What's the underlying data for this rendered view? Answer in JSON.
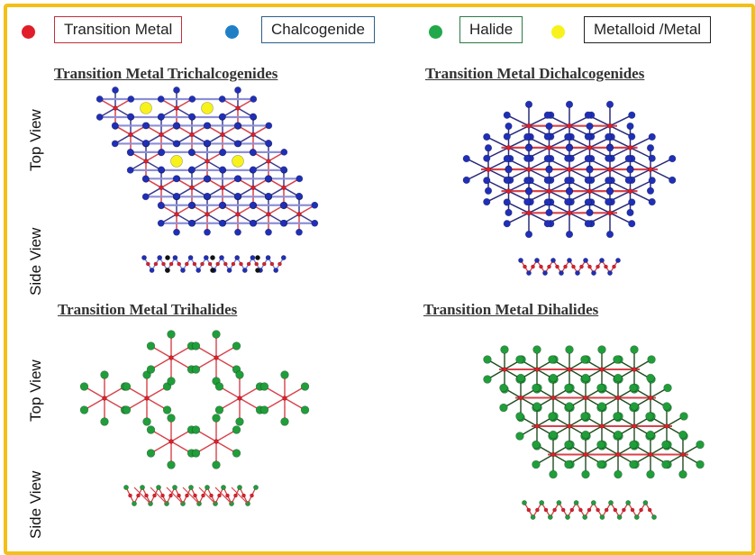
{
  "colors": {
    "frame": "#f2c018",
    "transition_metal": "#e11d2a",
    "chalcogenide": "#1f2fb8",
    "halide": "#1f9e3a",
    "metalloid": "#f7f21c",
    "bond_tm": "#d8424a",
    "bond_chalc": "#8c8fd6"
  },
  "legend": [
    {
      "label": "Transition Metal",
      "color": "#e11d2a",
      "border": "#c0303a"
    },
    {
      "label": "Chalcogenide",
      "color": "#1f7fc6",
      "border": "#2c5f8a"
    },
    {
      "label": "Halide",
      "color": "#21a84a",
      "border": "#2c7a44"
    },
    {
      "label": "Metalloid /Metal",
      "color": "#f7f21c",
      "border": "#222222"
    }
  ],
  "panels": {
    "tmt": {
      "title": "Transition Metal Trichalcogenides"
    },
    "tmd": {
      "title": "Transition Metal Dichalcogenides"
    },
    "tmth": {
      "title": "Transition Metal Trihalides"
    },
    "tmdh": {
      "title": "Transition Metal Dihalides"
    }
  },
  "views": {
    "top": "Top View",
    "side": "Side View"
  }
}
